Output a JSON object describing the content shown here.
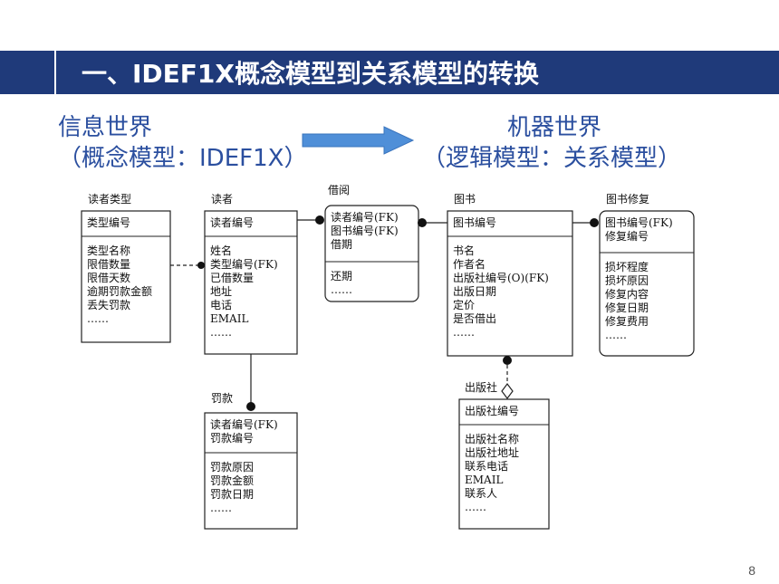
{
  "slide": {
    "title": "一、IDEF1X概念模型到关系模型的转换",
    "left_heading_line1": "信息世界",
    "left_heading_line2_prefix": "（概念模型：",
    "left_heading_line2_term": "IDEF1X",
    "left_heading_line2_suffix": "）",
    "right_heading_line1": "机器世界",
    "right_heading_line2": "（逻辑模型：关系模型）",
    "page_number": "8",
    "colors": {
      "title_bar": "#1f3a7a",
      "heading": "#2b4f9f",
      "arrow": "#4f8fd8"
    }
  },
  "entities": {
    "reader_type": {
      "name": "读者类型",
      "keys": [
        "类型编号"
      ],
      "attrs": [
        "类型名称",
        "限借数量",
        "限借天数",
        "逾期罚款金额",
        "丢失罚款",
        "……"
      ]
    },
    "reader": {
      "name": "读者",
      "keys": [
        "读者编号"
      ],
      "attrs": [
        "姓名",
        "类型编号(FK)",
        "已借数量",
        "地址",
        "电话",
        "EMAIL",
        "……"
      ]
    },
    "borrow": {
      "name": "借阅",
      "keys": [
        "读者编号(FK)",
        "图书编号(FK)",
        "借期"
      ],
      "attrs": [
        "还期",
        "……"
      ]
    },
    "book": {
      "name": "图书",
      "keys": [
        "图书编号"
      ],
      "attrs": [
        "书名",
        "作者名",
        "出版社编号(O)(FK)",
        "出版日期",
        "定价",
        "是否借出",
        "……"
      ]
    },
    "book_repair": {
      "name": "图书修复",
      "keys": [
        "图书编号(FK)",
        "修复编号"
      ],
      "attrs": [
        "损坏程度",
        "损坏原因",
        "修复内容",
        "修复日期",
        "修复费用",
        "……"
      ]
    },
    "fine": {
      "name": "罚款",
      "keys": [
        "读者编号(FK)",
        "罚款编号"
      ],
      "attrs": [
        "罚款原因",
        "罚款金额",
        "罚款日期",
        "……"
      ]
    },
    "publisher": {
      "name": "出版社",
      "keys": [
        "出版社编号"
      ],
      "attrs": [
        "出版社名称",
        "出版社地址",
        "联系电话",
        "EMAIL",
        "联系人",
        "……"
      ]
    }
  }
}
